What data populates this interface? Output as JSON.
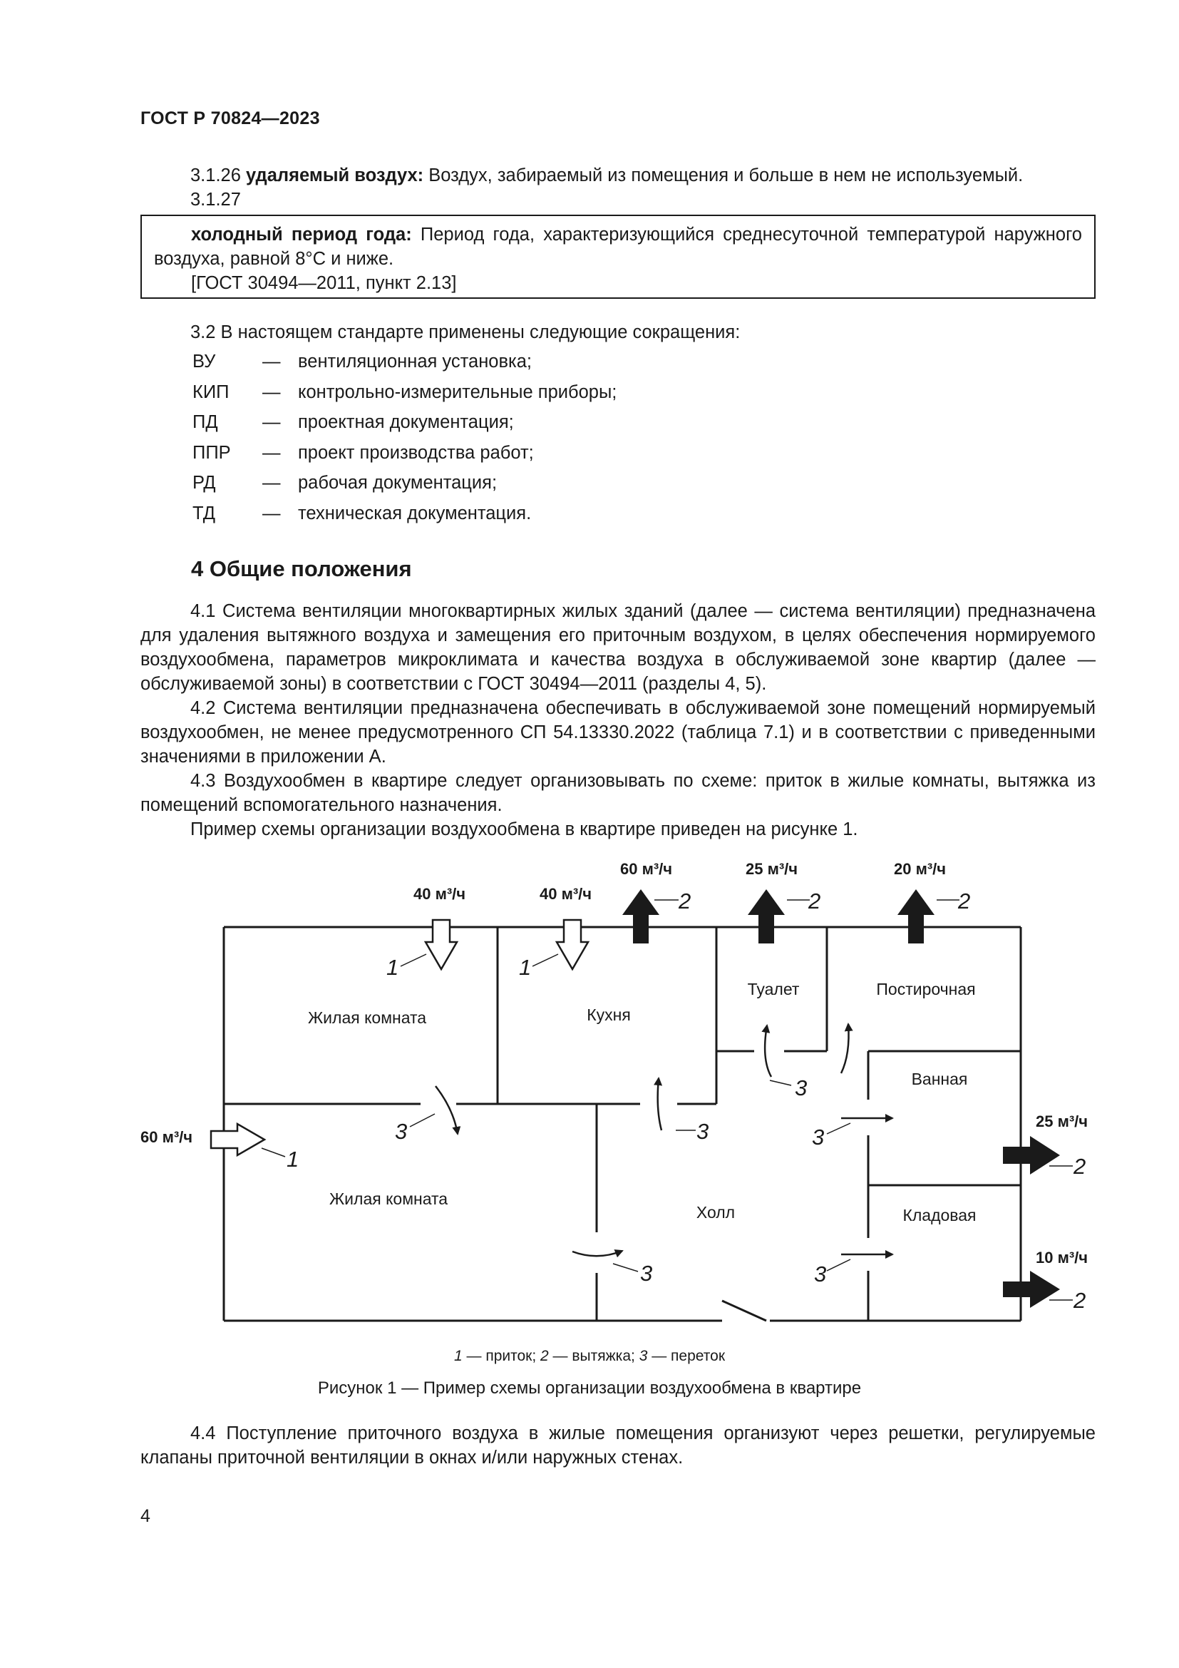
{
  "header": {
    "doc_id": "ГОСТ Р 70824—2023"
  },
  "terms": {
    "t3126": {
      "number": "3.1.26",
      "term": "удаляемый воздух:",
      "text": "Воздух, забираемый из помещения и больше в нем не используемый."
    },
    "t3127": {
      "number": "3.1.27",
      "term": "холодный период года:",
      "text": "Период года, характеризующийся среднесуточной температурой наружного воздуха, равной 8°С и ниже.",
      "source": "[ГОСТ 30494—2011, пункт 2.13]"
    }
  },
  "abbreviations": {
    "intro": "3.2 В настоящем стандарте применены следующие сокращения:",
    "dash": "—",
    "items": [
      {
        "abbr": "ВУ",
        "meaning": "вентиляционная установка;"
      },
      {
        "abbr": "КИП",
        "meaning": "контрольно-измерительные приборы;"
      },
      {
        "abbr": "ПД",
        "meaning": "проектная документация;"
      },
      {
        "abbr": "ППР",
        "meaning": "проект производства работ;"
      },
      {
        "abbr": "РД",
        "meaning": "рабочая документация;"
      },
      {
        "abbr": "ТД",
        "meaning": "техническая документация."
      }
    ]
  },
  "section4": {
    "title": "4 Общие положения",
    "p41": "4.1 Система вентиляции многоквартирных жилых зданий (далее — система вентиляции) предназначена для удаления вытяжного воздуха и замещения его приточным воздухом, в целях обеспечения нормируемого воздухообмена, параметров микроклимата и качества воздуха в обслуживаемой зоне квартир (далее — обслуживаемой зоны) в соответствии с ГОСТ 30494—2011 (разделы 4, 5).",
    "p42": "4.2 Система вентиляции предназначена обеспечивать в обслуживаемой зоне помещений нормируемый воздухообмен, не менее предусмотренного СП 54.13330.2022 (таблица 7.1) и в соответствии с приведенными значениями в приложении А.",
    "p43": "4.3 Воздухообмен в квартире следует организовывать по схеме: приток в жилые комнаты, вытяжка из помещений вспомогательного назначения.",
    "p43b": "Пример схемы организации воздухообмена в квартире приведен на рисунке 1.",
    "p44": "4.4 Поступление приточного воздуха в жилые помещения организуют через решетки, регулируемые клапаны приточной вентиляции в окнах и/или наружных стенах."
  },
  "figure": {
    "rooms": {
      "living1": "Жилая комната",
      "kitchen": "Кухня",
      "toilet": "Туалет",
      "laundry": "Постирочная",
      "bath": "Ванная",
      "living2": "Жилая комната",
      "hall": "Холл",
      "storage": "Кладовая"
    },
    "flows": {
      "supply_living1": "40 м³/ч",
      "supply_kitchen": "40 м³/ч",
      "exhaust_kitchen": "60 м³/ч",
      "exhaust_toilet": "25 м³/ч",
      "exhaust_laundry": "20 м³/ч",
      "supply_living2": "60 м³/ч",
      "exhaust_bath": "25 м³/ч",
      "exhaust_storage": "10 м³/ч"
    },
    "markers": {
      "supply": "1",
      "exhaust": "2",
      "transfer": "3"
    },
    "legend": {
      "n1": "1",
      "t1": " — приток; ",
      "n2": "2",
      "t2": " — вытяжка; ",
      "n3": "3",
      "t3": " — переток"
    },
    "caption": "Рисунок 1 — Пример схемы организации воздухообмена в квартире"
  },
  "page_number": "4"
}
